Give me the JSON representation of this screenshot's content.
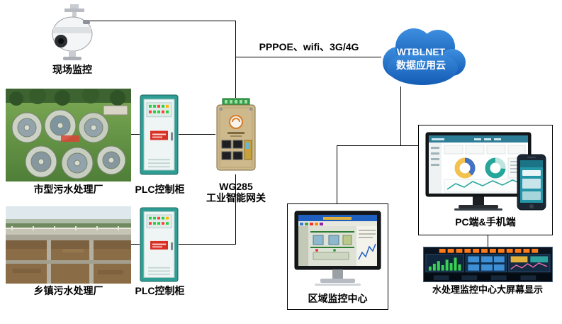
{
  "colors": {
    "connector": "#000000",
    "cloud_blue": "#1c64c4",
    "cabinet_teal": "#2e9d94",
    "gateway_tan": "#cdb98c",
    "background": "#ffffff"
  },
  "nodes": {
    "camera": {
      "label": "现场监控"
    },
    "city_plant": {
      "label": "市型污水处理厂"
    },
    "township_plant": {
      "label": "乡镇污水处理厂"
    },
    "plc_cabinet_top": {
      "label": "PLC控制柜"
    },
    "plc_cabinet_bottom": {
      "label": "PLC控制柜"
    },
    "gateway": {
      "model": "WG285",
      "label": "工业智能网关"
    },
    "uplink": {
      "label": "PPPOE、wifi、3G/4G"
    },
    "cloud": {
      "line1": "WTBLNET",
      "line2": "数据应用云"
    },
    "regional_center": {
      "label": "区域监控中心"
    },
    "pc_mobile": {
      "label": "PC端&手机端"
    },
    "big_screen": {
      "label": "水处理监控中心大屏幕显示"
    }
  }
}
